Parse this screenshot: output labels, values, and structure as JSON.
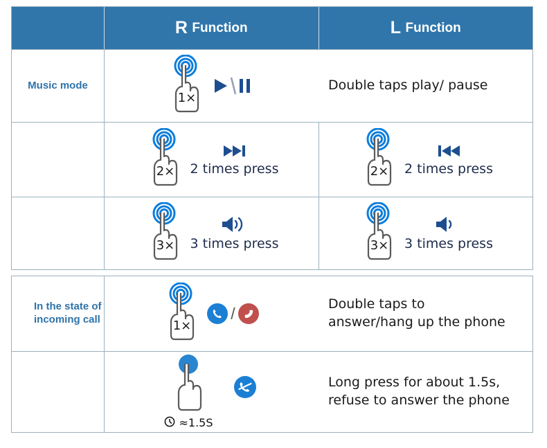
{
  "colors": {
    "header_bg": "#3076ab",
    "border": "#9bb0bd",
    "label_text": "#2e73a8",
    "ring_blue": "#0d7ddb",
    "symbol_navy": "#1d4e8f",
    "phone_blue": "#1b7fd4",
    "hangup_red": "#c0504d",
    "hand_outline": "#5a5a5a",
    "body_text": "#1a1a1a"
  },
  "header": {
    "label_col": "",
    "r_prefix": "R",
    "r_suffix": "Function",
    "l_prefix": "L",
    "l_suffix": "Function"
  },
  "sections": [
    {
      "label": "Music mode",
      "label_align": "center",
      "rows": [
        {
          "span": true,
          "r": {
            "count": "1×",
            "icon": "play-pause-icon",
            "press_text": "",
            "layout": "symbol-only"
          },
          "desc": "Double taps play/ pause"
        },
        {
          "span": false,
          "r": {
            "count": "2×",
            "icon": "next-track-icon",
            "press_text": "2 times press",
            "layout": "stacked"
          },
          "l": {
            "count": "2×",
            "icon": "prev-track-icon",
            "press_text": "2 times press",
            "layout": "stacked"
          }
        },
        {
          "span": false,
          "r": {
            "count": "3×",
            "icon": "volume-up-icon",
            "press_text": "3 times press",
            "layout": "stacked"
          },
          "l": {
            "count": "3×",
            "icon": "volume-down-icon",
            "press_text": "3 times press",
            "layout": "stacked"
          }
        }
      ]
    },
    {
      "label": "In the state of incoming call",
      "label_align": "left",
      "rows": [
        {
          "span": true,
          "r": {
            "count": "1×",
            "icon": "answer-hangup-icon",
            "press_text": "",
            "layout": "symbol-only"
          },
          "desc": "Double taps to answer/hang up the phone",
          "desc_lines": [
            "Double taps to",
            "answer/hang up the phone"
          ]
        },
        {
          "span": true,
          "r": {
            "count": "",
            "icon": "refuse-call-icon",
            "press_text": "",
            "layout": "long-press",
            "duration": "≈1.5S",
            "clock_icon": "clock-icon"
          },
          "desc": "Long press for about 1.5s, refuse to answer the phone",
          "desc_lines": [
            "Long press for about 1.5s,",
            "refuse to answer the phone"
          ]
        }
      ]
    }
  ]
}
